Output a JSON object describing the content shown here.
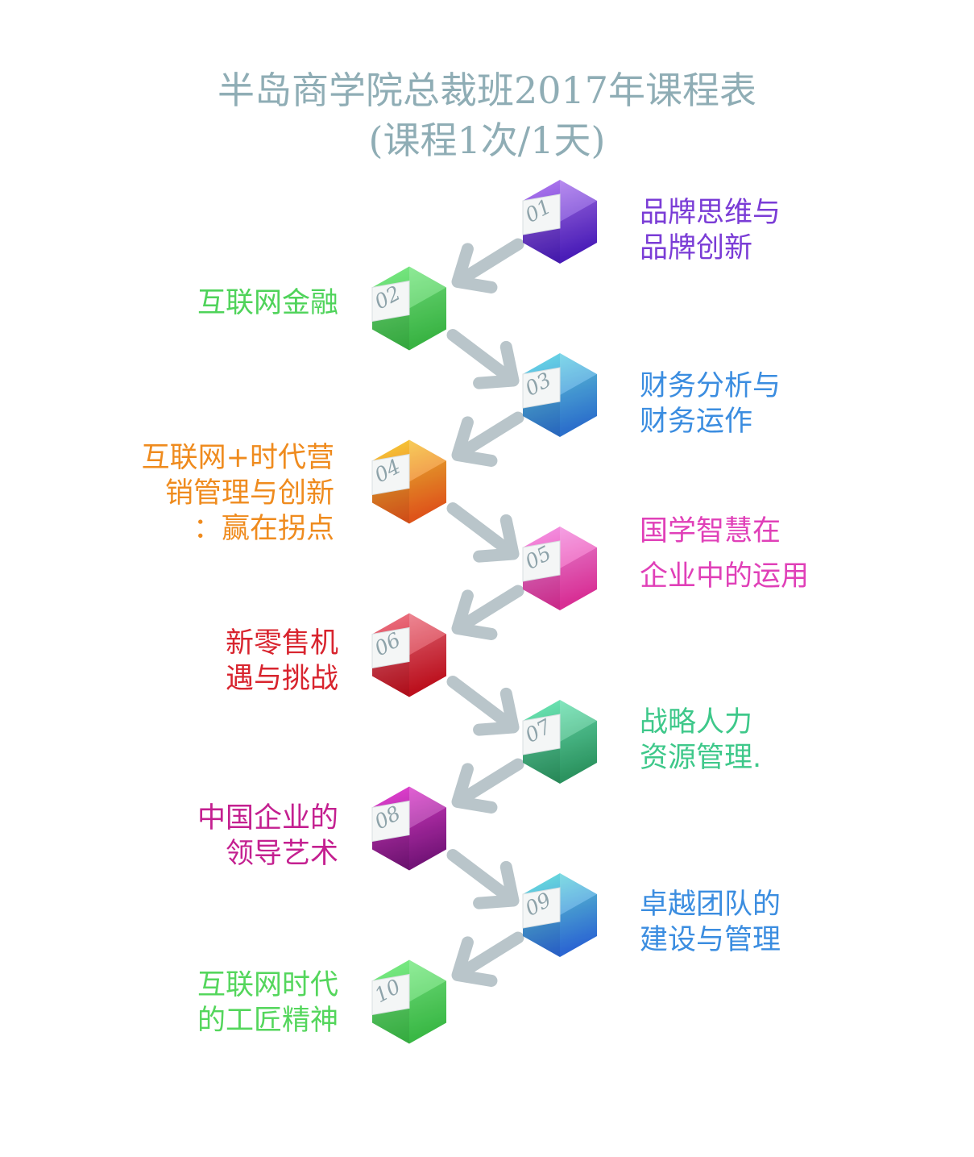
{
  "title": {
    "line1": "半岛商学院总裁班2017年课程表",
    "line2": "(课程1次/1天)"
  },
  "steps": [
    {
      "number": "01",
      "label": "品牌思维与\n品牌创新",
      "color": "#7a3cd6",
      "cube": [
        "#b680f2",
        "#4f1fc4"
      ]
    },
    {
      "number": "02",
      "label": "互联网金融",
      "color": "#4fd35a",
      "cube": [
        "#7deb87",
        "#3dbf48"
      ]
    },
    {
      "number": "03",
      "label": "财务分析与\n财务运作",
      "color": "#3b8de0",
      "cube": [
        "#6fdfe6",
        "#2f77d8"
      ]
    },
    {
      "number": "04",
      "label": "互联网+时代营\n销管理与创新\n：赢在拐点",
      "color": "#ef8b1e",
      "cube": [
        "#f6d23a",
        "#ec5a1c"
      ]
    },
    {
      "number": "05",
      "label": "国学智慧在\n\n企业中的运用",
      "color": "#e040b8",
      "cube": [
        "#f59ae8",
        "#e6329e"
      ]
    },
    {
      "number": "06",
      "label": "新零售机\n遇与挑战",
      "color": "#d8242e",
      "cube": [
        "#ef7a8a",
        "#c81220"
      ]
    },
    {
      "number": "07",
      "label": "战略人力\n资源管理.",
      "color": "#3ec88a",
      "cube": [
        "#71ebbb",
        "#2f9d66"
      ]
    },
    {
      "number": "08",
      "label": "中国企业的\n领导艺术",
      "color": "#c42090",
      "cube": [
        "#ea44d6",
        "#7c1680"
      ]
    },
    {
      "number": "09",
      "label": "卓越团队的\n建设与管理",
      "color": "#3b8de0",
      "cube": [
        "#6fe6dc",
        "#2f6ee0"
      ]
    },
    {
      "number": "10",
      "label": "互联网时代\n的工匠精神",
      "color": "#54d65c",
      "cube": [
        "#80ee8a",
        "#3ec44a"
      ]
    }
  ],
  "arrow_color": "#b9c5ca"
}
